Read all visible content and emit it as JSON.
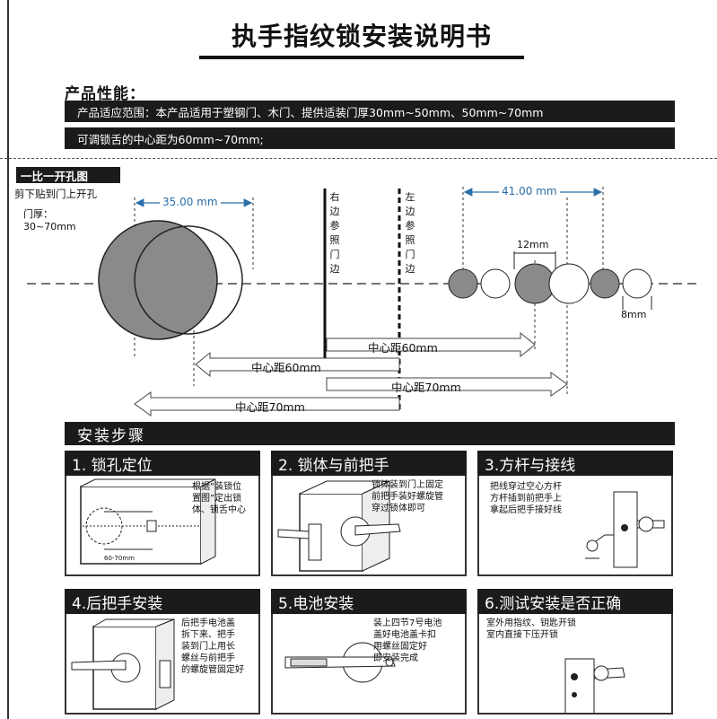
{
  "title": "执手指纹锁安装说明书",
  "performance": {
    "heading": "产品性能：",
    "line1": "产品适应范围：本产品适用于塑钢门、木门、提供适装门厚30mm~50mm、50mm~70mm",
    "line2": "可调锁舌的中心距为60mm~70mm;"
  },
  "hole_diagram": {
    "title": "一比一开孔图",
    "cut_note": "剪下贴到门上开孔",
    "door_thickness_label": "门厚：",
    "door_thickness_value": "30~70mm",
    "dim_left": "35.00 mm",
    "dim_right": "41.00 mm",
    "dim_small": "12mm",
    "dim_tiny": "8mm",
    "right_edge_label": [
      "右",
      "边",
      "参",
      "照",
      "门",
      "边"
    ],
    "left_edge_label": [
      "左",
      "边",
      "参",
      "照",
      "门",
      "边"
    ],
    "arrows": [
      "中心距60mm",
      "中心距60mm",
      "中心距70mm",
      "中心距70mm"
    ]
  },
  "steps": {
    "heading": "安装步骤",
    "items": [
      {
        "title": "1. 锁孔定位",
        "desc": [
          "根据“装锁位",
          "置图”定出锁",
          "体、锁舌中心"
        ],
        "label_60_70": "60-70mm"
      },
      {
        "title": "2. 锁体与前把手",
        "desc": [
          "锁体装到门上固定",
          "前把手装好螺旋管",
          "穿过锁体即可"
        ]
      },
      {
        "title": "3.方杆与接线",
        "desc": [
          "把线穿过空心方杆",
          "方杆插到前把手上",
          "拿起后把手接好线"
        ]
      },
      {
        "title": "4.后把手安装",
        "desc": [
          "后把手电池盖",
          "拆下来、把手",
          "装到门上用长",
          "螺丝与前把手",
          "的螺旋管固定好"
        ]
      },
      {
        "title": "5.电池安装",
        "desc": [
          "装上四节7号电池",
          "盖好电池盖卡扣",
          "用螺丝固定好",
          "即安装完成"
        ]
      },
      {
        "title": "6.测试安装是否正确",
        "desc": [
          "室外用指纹、钥匙开锁",
          "室内直接下压开锁"
        ]
      }
    ]
  },
  "colors": {
    "dark": "#1b1b1b",
    "circle_fill": "#8a8a8a"
  }
}
